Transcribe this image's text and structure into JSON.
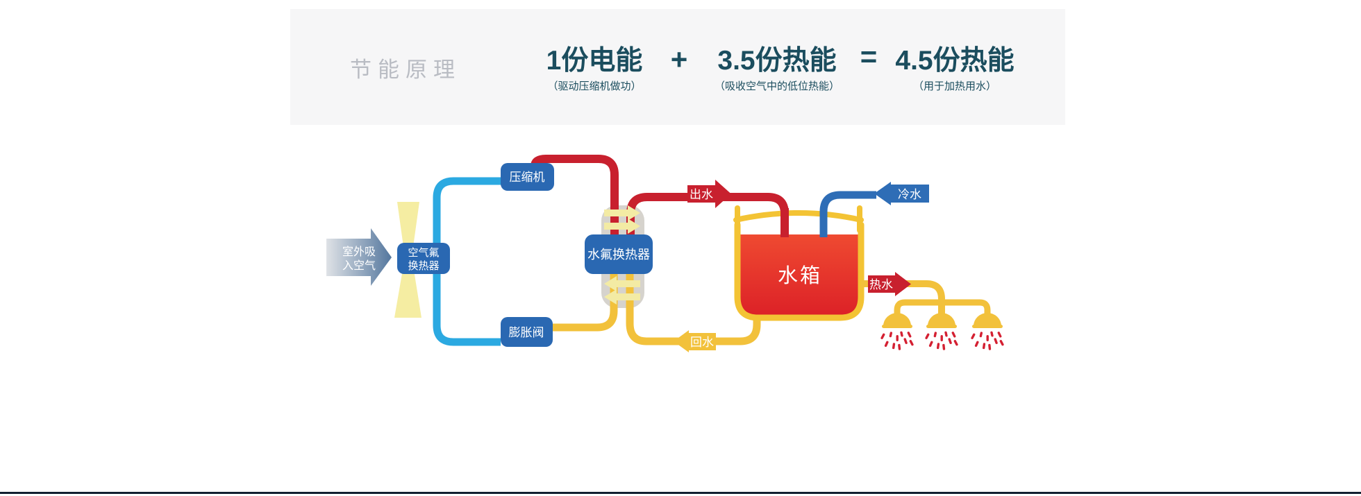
{
  "header": {
    "section_title": "节能原理",
    "equation": {
      "term1": {
        "value": "1份电能",
        "note": "（驱动压缩机做功）"
      },
      "plus": "+",
      "term2": {
        "value": "3.5份热能",
        "note": "（吸收空气中的低位热能）"
      },
      "equals": "=",
      "result": {
        "value": "4.5份热能",
        "note": "（用于加热用水）"
      }
    }
  },
  "diagram": {
    "air_intake": {
      "line1": "室外吸",
      "line2": "入空气"
    },
    "components": {
      "air_heat_exchanger_line1": "空气氟",
      "air_heat_exchanger_line2": "换热器",
      "compressor": "压缩机",
      "expansion_valve": "膨胀阀",
      "water_heat_exchanger": "水氟换热器",
      "water_tank": "水箱"
    },
    "flow_labels": {
      "outlet": "出水",
      "cold": "冷水",
      "hot": "热水",
      "return": "回水"
    },
    "colors": {
      "accent_teal": "#1b4d5e",
      "pipe_hot_red": "#c8202e",
      "pipe_cold_lightblue": "#2ba9e1",
      "pipe_water_yellow": "#f2c13b",
      "component_blue": "#2a68b2",
      "cold_tag_blue": "#2e6db6",
      "exchanger_gray": "#d6d3cd",
      "fan_pale_yellow": "#f5eda2",
      "droplet_red": "#d42032",
      "header_bg": "#f6f6f7"
    }
  }
}
